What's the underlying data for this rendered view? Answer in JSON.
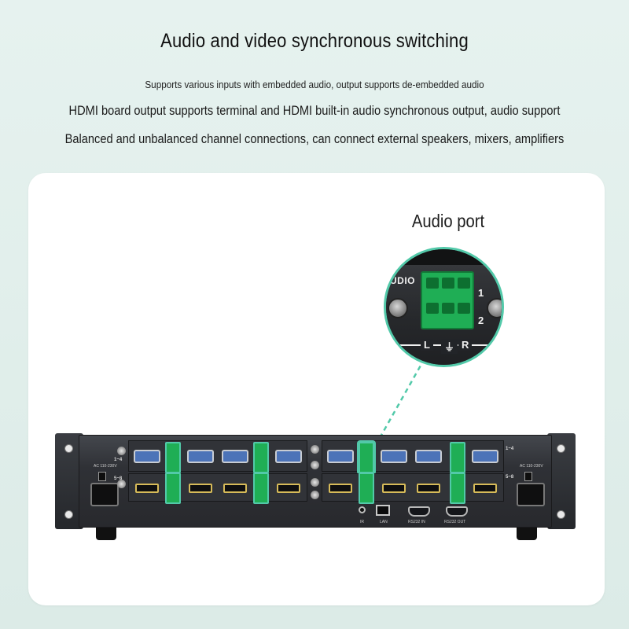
{
  "header": {
    "title": "Audio and video synchronous switching",
    "line1": "Supports various inputs with embedded audio, output supports de-embedded audio",
    "line2": "HDMI board output supports terminal and HDMI built-in audio synchronous output, audio support",
    "line3": "Balanced and unbalanced channel connections, can connect external speakers, mixers, amplifiers"
  },
  "callout": {
    "label": "Audio port",
    "zoom_word": "UDIO",
    "channel_1": "1",
    "channel_2": "2",
    "left": "L",
    "ground": "⏚",
    "right": "R"
  },
  "device": {
    "ac_label": "AC 110-230V",
    "row_label_top": "1~4",
    "row_label_bottom": "5~8",
    "ir_label": "IR",
    "lan_label": "LAN",
    "rs232_in_label": "RS232 IN",
    "rs232_out_label": "RS232 OUT"
  },
  "colors": {
    "accent": "#52c9a9",
    "terminal_green": "#1fae55",
    "background": "#e2efec"
  }
}
